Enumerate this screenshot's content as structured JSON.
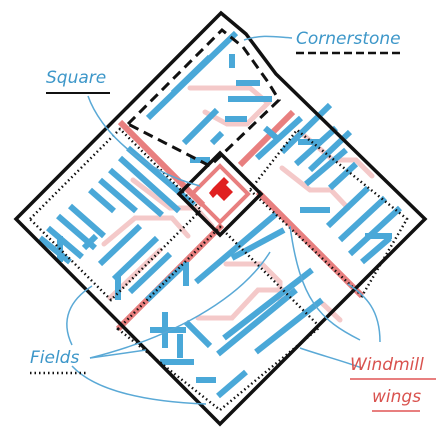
{
  "labels": {
    "cornerstone": "Cornerstone",
    "square": "Square",
    "fields": "Fields",
    "windmill_line1": "Windmill",
    "windmill_line2": "wings"
  },
  "colors": {
    "outline": "#111111",
    "road": "#e87f7f",
    "road_faint": "#f4c9c9",
    "building": "#4aa8d8",
    "center_mark": "#e02020",
    "leader": "#5aa9d6",
    "label_text": "#3d97c9",
    "windmill_text": "#d9534f"
  }
}
